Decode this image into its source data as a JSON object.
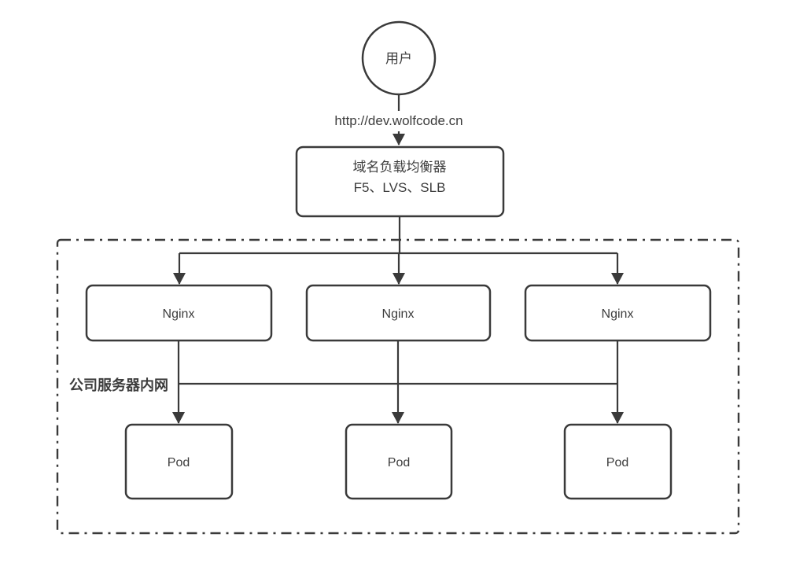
{
  "colors": {
    "stroke": "#3a3a3a",
    "text": "#3d3d3d",
    "background": "#ffffff",
    "node-fill": "#ffffff"
  },
  "diagram": {
    "user_node": {
      "label": "用户"
    },
    "request_url": "http://dev.wolfcode.cn",
    "load_balancer": {
      "title": "域名负载均衡器",
      "subtitle": "F5、LVS、SLB"
    },
    "intranet": {
      "label": "公司服务器内网"
    },
    "nginx_nodes": [
      {
        "label": "Nginx"
      },
      {
        "label": "Nginx"
      },
      {
        "label": "Nginx"
      }
    ],
    "pod_nodes": [
      {
        "label": "Pod"
      },
      {
        "label": "Pod"
      },
      {
        "label": "Pod"
      }
    ]
  }
}
